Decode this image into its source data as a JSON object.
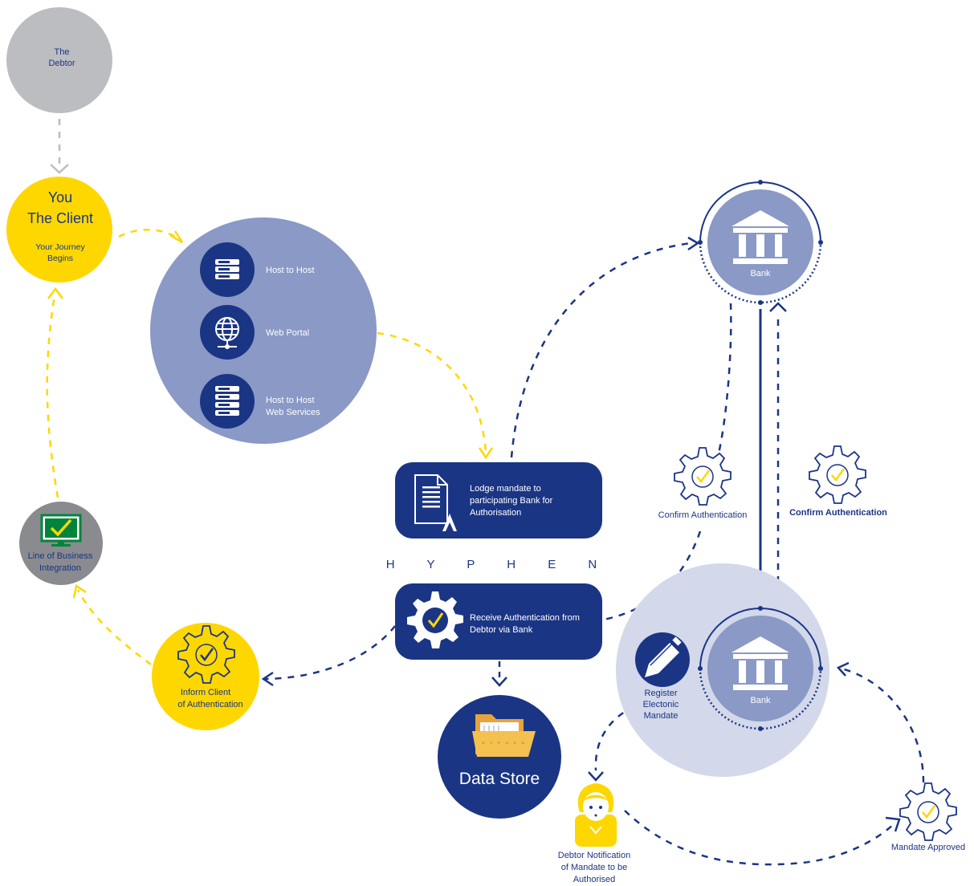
{
  "nodes": {
    "debtor": {
      "line1": "The",
      "line2": "Debtor"
    },
    "client": {
      "line1": "You",
      "line2": "The Client",
      "sub1": "Your Journey",
      "sub2": "Begins"
    },
    "channels": [
      {
        "icon": "server-icon",
        "line1": "Host to Host",
        "line2": ""
      },
      {
        "icon": "globe-icon",
        "line1": "Web Portal",
        "line2": ""
      },
      {
        "icon": "server-network-icon",
        "line1": "Host to Host",
        "line2": "Web Services"
      }
    ],
    "lodge": {
      "icon": "document-icon",
      "line1": "Lodge mandate to",
      "line2": "participating Bank for",
      "line3": "Authorisation"
    },
    "brand": "H Y P H E N",
    "receive": {
      "icon": "gear-check-icon",
      "line1": "Receive Authentication from",
      "line2": "Debtor via Bank"
    },
    "data_store": {
      "icon": "folder-icon",
      "label": "Data Store",
      "folder_brand": "H Y P H E N"
    },
    "bank_top": {
      "icon": "bank-icon",
      "label": "Bank"
    },
    "bank_bottom": {
      "icon": "bank-icon",
      "label": "Bank"
    },
    "register": {
      "icon": "pencil-icon",
      "line1": "Register",
      "line2": "Electonic",
      "line3": "Mandate"
    },
    "confirm_left": {
      "icon": "gear-check-icon",
      "label": "Confirm Authentication"
    },
    "confirm_right": {
      "icon": "gear-check-icon",
      "label": "Confirm Authentication"
    },
    "lob": {
      "icon": "monitor-check-icon",
      "line1": "Line of Business",
      "line2": "Integration"
    },
    "inform": {
      "icon": "gear-check-icon",
      "line1": "Inform Client",
      "line2": "of Authentication"
    },
    "debtor_notify": {
      "icon": "person-icon",
      "line1": "Debtor Notification",
      "line2": "of Mandate to be",
      "line3": "Authorised"
    },
    "approved": {
      "icon": "gear-check-icon",
      "label": "Mandate Approved"
    }
  },
  "colors": {
    "navy": "#1b3585",
    "periwinkle": "#8a99c5",
    "pale_blue": "#d3d8ea",
    "yellow": "#fed700",
    "grey": "#bcbdc0",
    "dark_grey": "#898b8e",
    "text_navy": "#1b3585"
  }
}
